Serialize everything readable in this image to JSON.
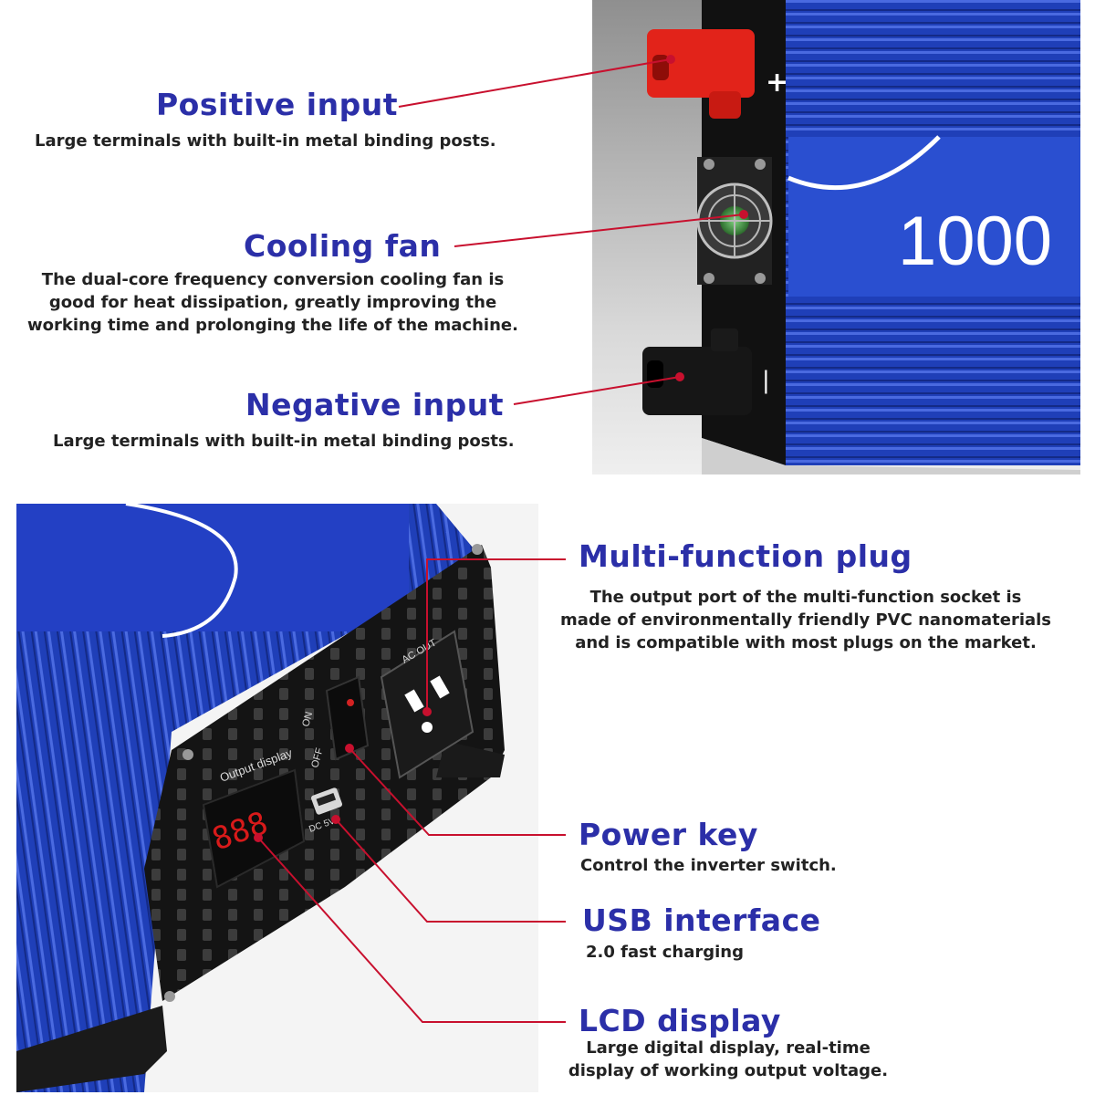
{
  "colors": {
    "heading": "#2b2fa8",
    "body_text": "#222222",
    "leader_line": "#c8102e",
    "inverter_blue": "#1f3fb8",
    "panel_black": "#111111",
    "terminal_red": "#e2231a"
  },
  "top_features": [
    {
      "id": "positive",
      "title": "Positive input",
      "description": [
        "Large terminals with built-in metal binding posts."
      ]
    },
    {
      "id": "fan",
      "title": "Cooling fan",
      "description": [
        "The dual-core frequency conversion cooling fan is",
        "good for heat dissipation, greatly improving the",
        "working time and prolonging the life of the machine."
      ]
    },
    {
      "id": "negative",
      "title": "Negative input",
      "description": [
        "Large terminals with built-in metal binding posts."
      ]
    }
  ],
  "bottom_features": [
    {
      "id": "plug",
      "title": "Multi-function plug",
      "description": [
        "The output port of the multi-function socket is",
        "made of environmentally friendly PVC nanomaterials",
        "and is compatible with most plugs on the market."
      ]
    },
    {
      "id": "power",
      "title": "Power key",
      "description": [
        "Control the inverter switch."
      ]
    },
    {
      "id": "usb",
      "title": "USB interface",
      "description": [
        "2.0 fast charging"
      ]
    },
    {
      "id": "lcd",
      "title": "LCD display",
      "description": [
        "Large digital display, real-time",
        "display of working output voltage."
      ]
    }
  ],
  "product_photo_top": {
    "power_label": "1000",
    "plus_symbol": "+",
    "minus_symbol": "|"
  },
  "product_photo_bottom": {
    "output_display_label": "Output display",
    "lcd_reading": "888",
    "on_label": "ON",
    "off_label": "OFF",
    "usb_label": "DC 5V",
    "ac_out_label": "AC OUT"
  }
}
